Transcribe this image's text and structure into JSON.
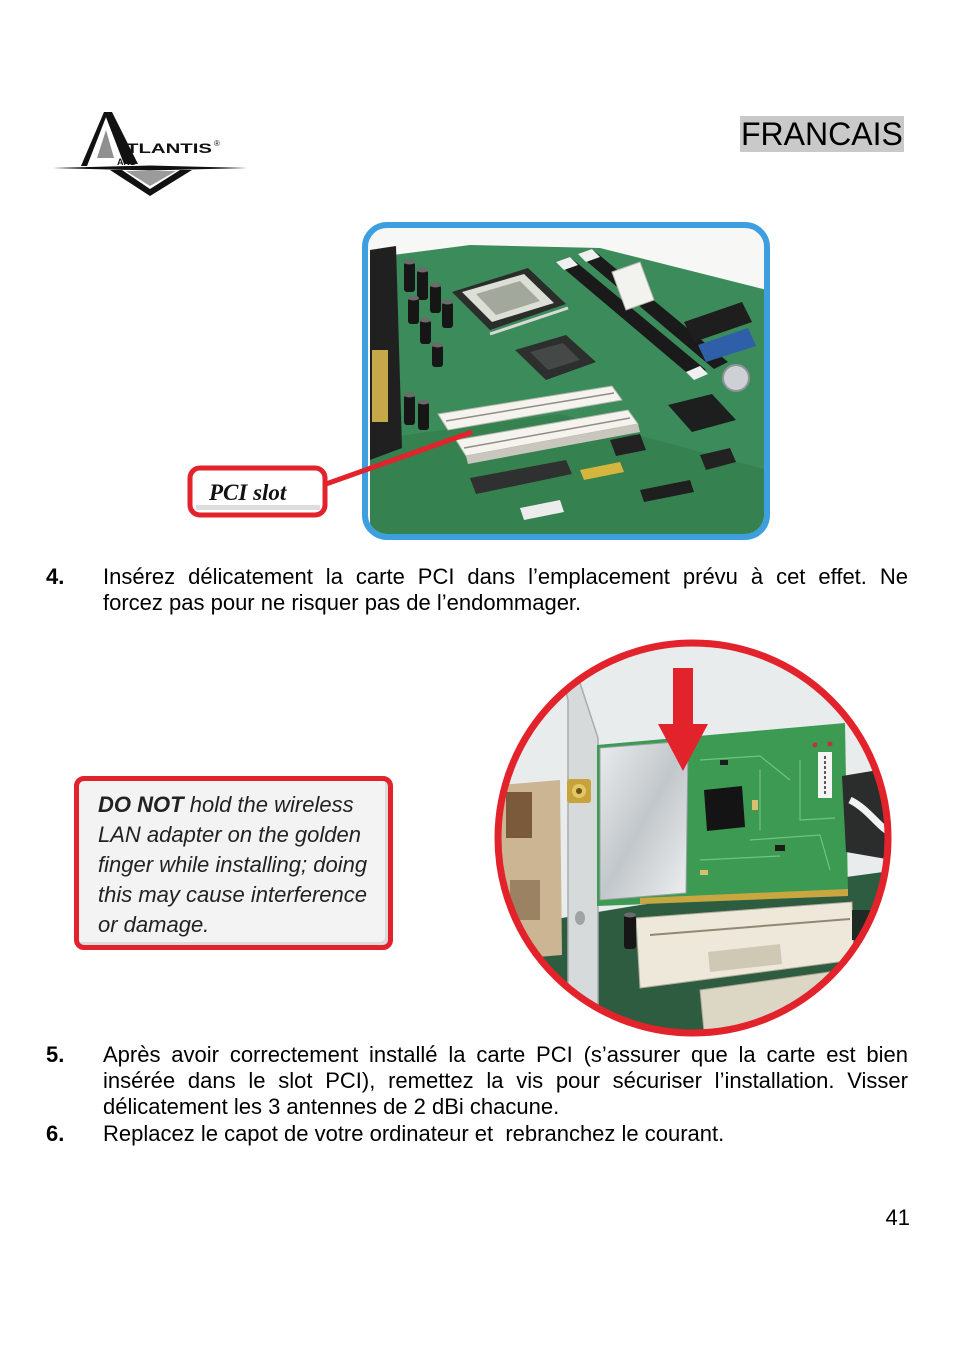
{
  "header": {
    "section_label": "FRANCAIS"
  },
  "logo": {
    "name_letters": "TLANTIS",
    "registered_mark": "®",
    "sub_letters": "AND"
  },
  "figure1": {
    "callout_label": "PCI slot"
  },
  "steps": [
    {
      "number": "4.",
      "lines": [
        "Insérez délicatement la carte PCI dans l’emplacement prévu à cet effet. Ne",
        "forcez pas pour ne risquer pas de l’endommager."
      ]
    },
    {
      "number": "5.",
      "lines": [
        "Après avoir correctement installé la carte PCI (s’assurer que la carte est bien",
        "insérée dans le slot PCI), remettez la vis pour sécuriser l’installation. Visser",
        "délicatement les 3 antennes de 2 dBi chacune."
      ]
    },
    {
      "number": "6.",
      "lines": [
        "Replacez le capot de votre ordinateur et  rebranchez le courant."
      ]
    }
  ],
  "figure2": {
    "warning": {
      "emphasis": "DO NOT",
      "lines": [
        "hold the wireless",
        "LAN adapter on the golden",
        "finger while installing; doing",
        "this may cause interference",
        "or damage."
      ]
    }
  },
  "footer": {
    "page_number": "41"
  },
  "colors": {
    "label_background": "#c9c9c9",
    "photo_frame_blue": "#3d9ee0",
    "callout_red": "#e2232b",
    "text": "#000000"
  }
}
